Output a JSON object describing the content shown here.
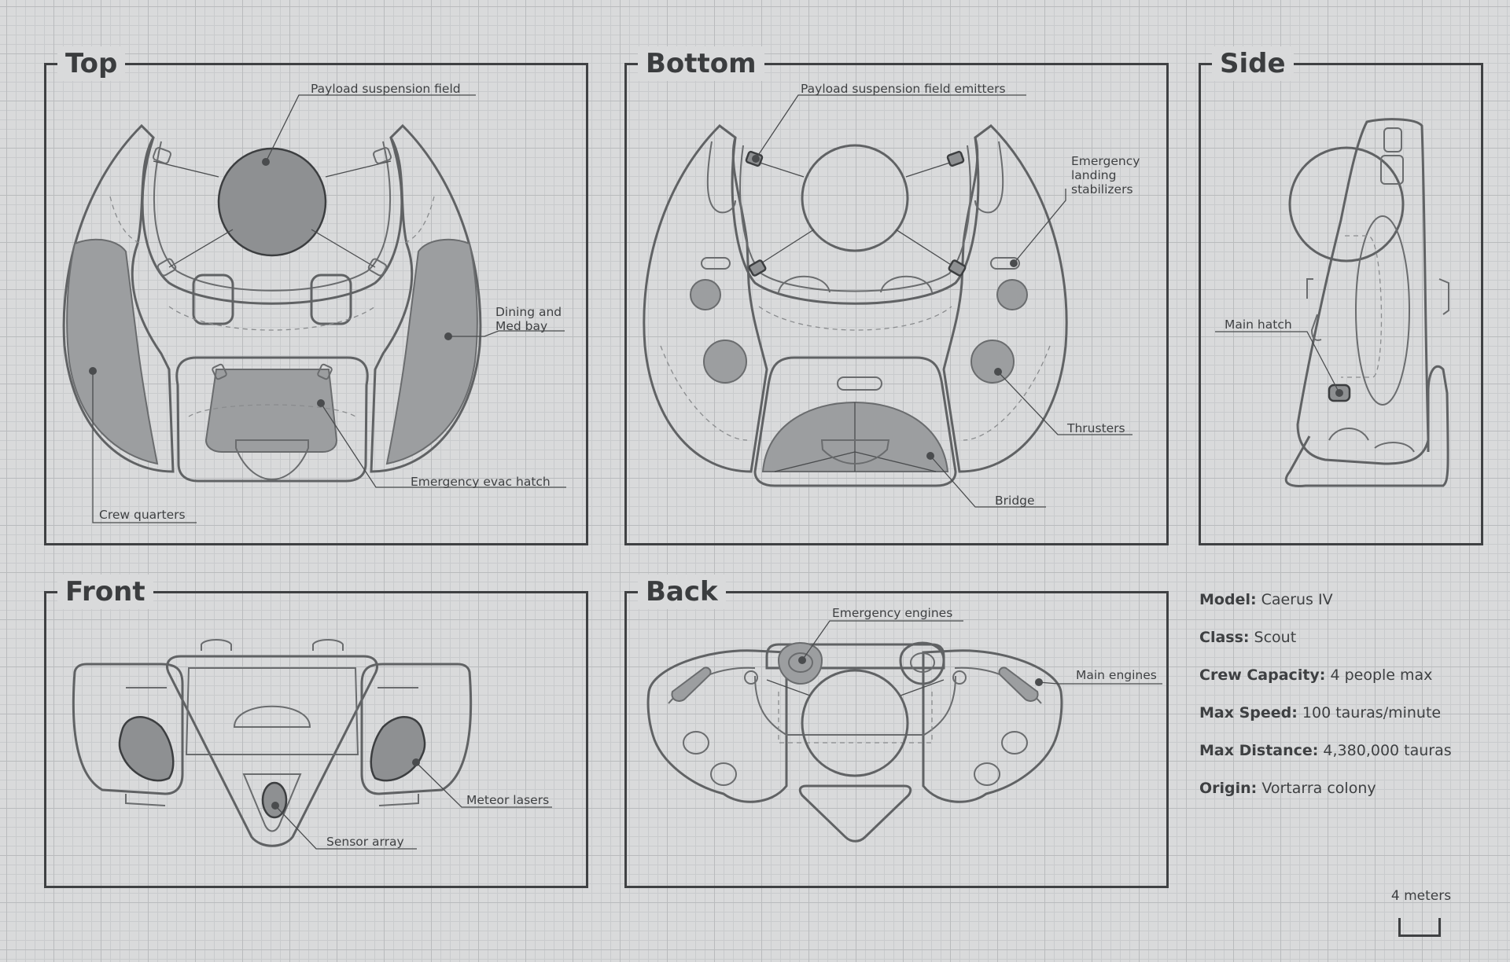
{
  "panels": {
    "top": {
      "title": "Top"
    },
    "bottom": {
      "title": "Bottom"
    },
    "side": {
      "title": "Side"
    },
    "front": {
      "title": "Front"
    },
    "back": {
      "title": "Back"
    }
  },
  "callouts": {
    "top": {
      "payload_field": "Payload suspension field",
      "dining_line1": "Dining and",
      "dining_line2": "Med bay",
      "evac_hatch": "Emergency evac hatch",
      "crew_quarters": "Crew quarters"
    },
    "bottom": {
      "emitters": "Payload suspension field emitters",
      "stabilizers_line1": "Emergency",
      "stabilizers_line2": "landing",
      "stabilizers_line3": "stabilizers",
      "thrusters": "Thrusters",
      "bridge": "Bridge"
    },
    "side": {
      "main_hatch": "Main hatch"
    },
    "front": {
      "meteor_lasers": "Meteor lasers",
      "sensor_array": "Sensor array"
    },
    "back": {
      "emergency_engines": "Emergency engines",
      "main_engines": "Main engines"
    }
  },
  "specs": [
    {
      "key": "Model:",
      "value": "Caerus IV"
    },
    {
      "key": "Class:",
      "value": "Scout"
    },
    {
      "key": "Crew Capacity:",
      "value": "4 people max"
    },
    {
      "key": "Max Speed:",
      "value": "100 tauras/minute"
    },
    {
      "key": "Max Distance:",
      "value": "4,380,000 tauras"
    },
    {
      "key": "Origin:",
      "value": "Vortarra colony"
    }
  ],
  "scale": {
    "label": "4 meters"
  }
}
